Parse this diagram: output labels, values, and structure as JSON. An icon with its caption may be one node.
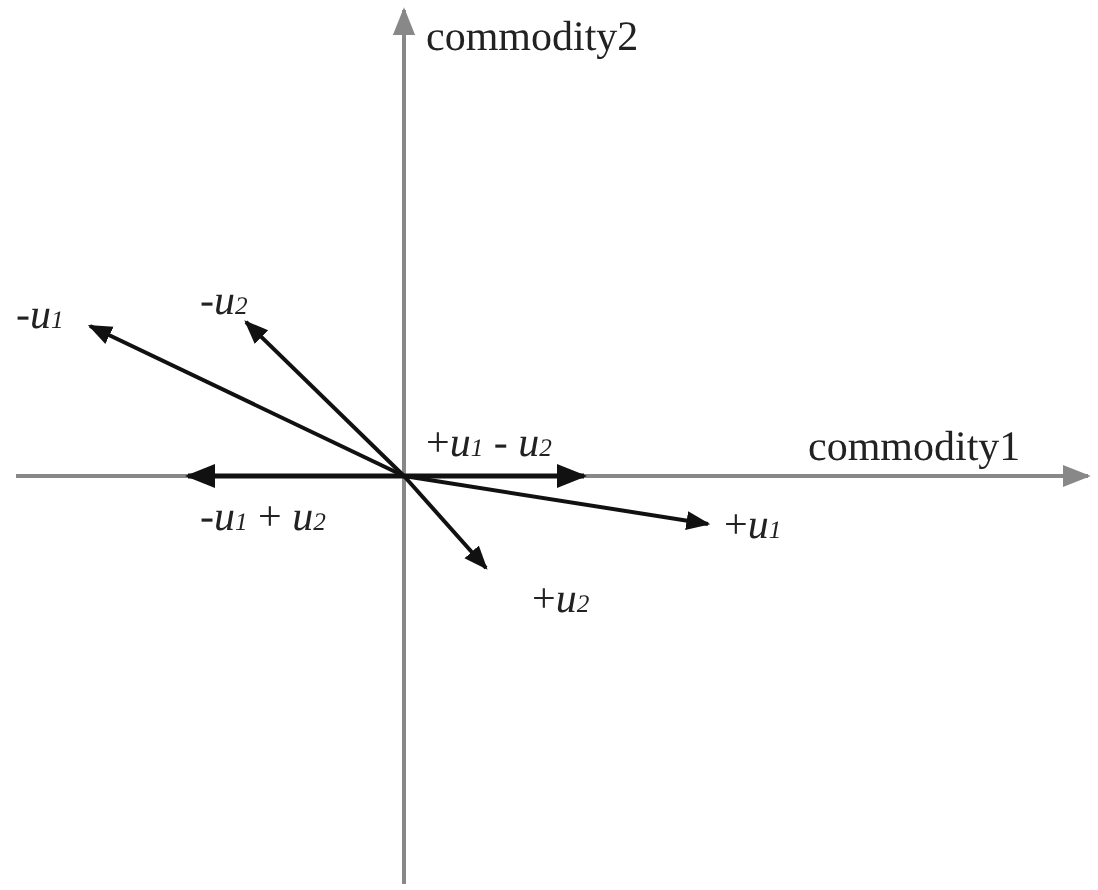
{
  "diagram": {
    "labels": [
      "commodity2",
      "-*u*$_{1}$",
      "-*u*$_{2}$",
      "+*u*$_{1}$ - *u*$_{2}$",
      "commodity1",
      "-*u*$_{1}$ + *u*$_{2}$",
      "+*u*$_{1}$",
      "+*u*$_{2}$"
    ]
  }
}
